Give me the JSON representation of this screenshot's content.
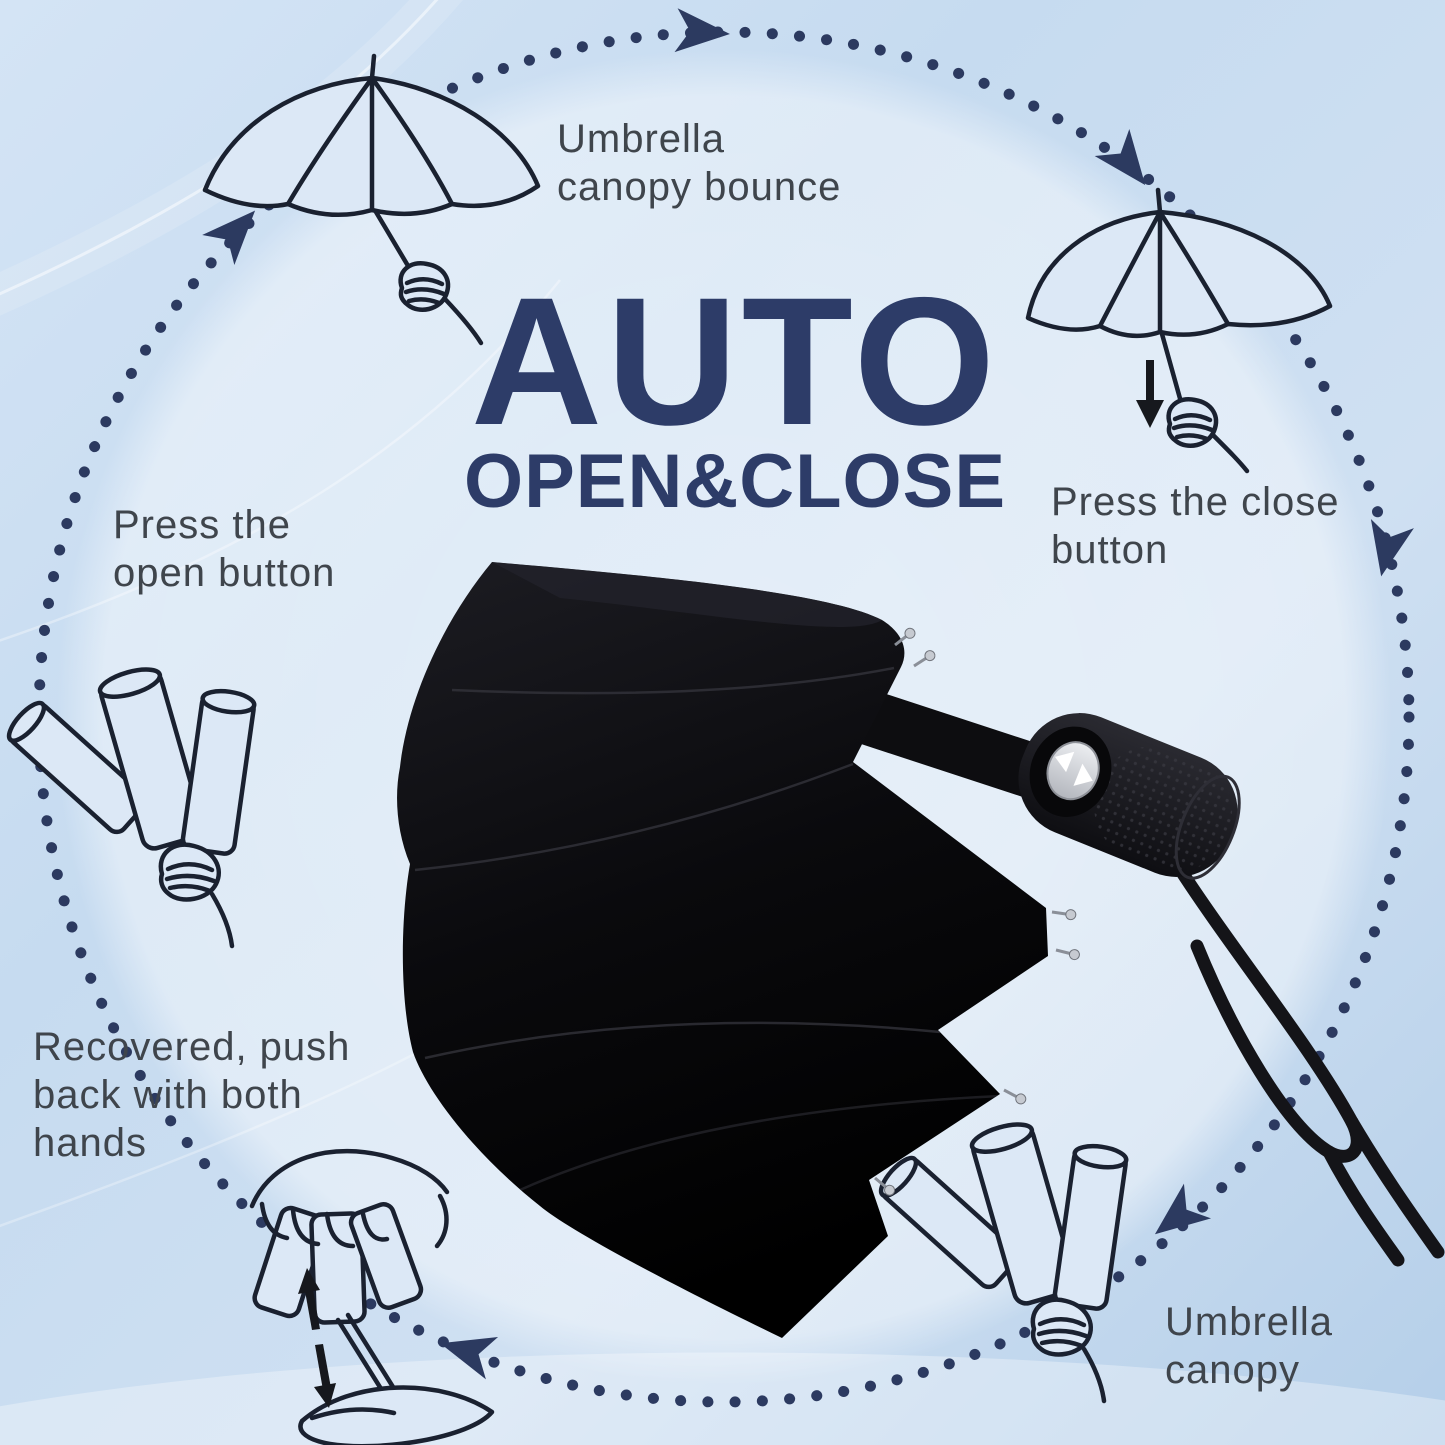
{
  "title": {
    "line1": "AUTO",
    "line2": "OPEN&CLOSE"
  },
  "steps": {
    "bounce": {
      "lines": [
        "Umbrella",
        "canopy bounce"
      ]
    },
    "close": {
      "lines": [
        "Press the close",
        "button"
      ]
    },
    "open": {
      "lines": [
        "Press the",
        "open button"
      ]
    },
    "recovered": {
      "lines": [
        "Recovered, push",
        "back with both",
        "hands"
      ]
    },
    "canopy": {
      "lines": [
        "Umbrella",
        "canopy"
      ]
    }
  },
  "icons": {
    "cycle": "dotted-cycle-with-arrowheads",
    "step_bounce": "open-umbrella-in-hand-illustration",
    "step_close": "open-umbrella-press-down-illustration",
    "step_open": "folded-umbrella-in-hand-illustration",
    "step_recovered": "push-shaft-back-with-both-hands-illustration",
    "step_canopy": "folded-umbrella-in-hand-illustration",
    "product": "folded-black-umbrella-photo",
    "product_button": "open-close-button",
    "product_strap": "wrist-strap"
  },
  "colors": {
    "accent_navy": "#2c3a60",
    "text_gray": "#3f454c",
    "background_blue": "#c8dcf0",
    "circle_light": "#e1ecf8",
    "umbrella_black": "#0b0b0e"
  }
}
